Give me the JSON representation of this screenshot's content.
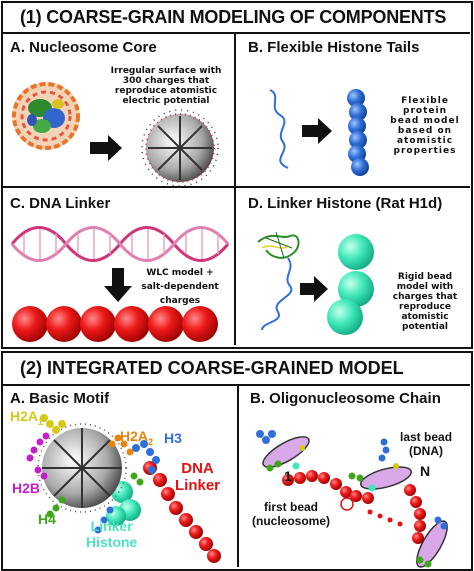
{
  "section1": {
    "title": "(1) COARSE-GRAIN MODELING OF COMPONENTS",
    "panelA": {
      "title": "A. Nucleosome Core",
      "desc": [
        "Irregular surface with",
        "300 charges that",
        "reproduce atomistic",
        "electric potential"
      ]
    },
    "panelB": {
      "title": "B. Flexible Histone Tails",
      "desc": [
        "Flexible",
        "protein",
        "bead model",
        "based on",
        "atomistic",
        "properties"
      ]
    },
    "panelC": {
      "title": "C. DNA Linker",
      "desc": [
        "WLC model +",
        "salt-dependent",
        "charges"
      ]
    },
    "panelD": {
      "title": "D. Linker Histone (Rat H1d)",
      "desc": [
        "Rigid bead",
        "model with",
        "charges that",
        "reproduce",
        "atomistic",
        "potential"
      ]
    }
  },
  "section2": {
    "title": "(2) INTEGRATED COARSE-GRAINED MODEL",
    "panelA": {
      "title": "A. Basic Motif",
      "labels": {
        "h2a1_main": "H2A",
        "h2a1_sub": "1",
        "h2a2_main": "H2A",
        "h2a2_sub": "2",
        "h3": "H3",
        "h2b": "H2B",
        "h4": "H4",
        "dna_linker_1": "DNA",
        "dna_linker_2": "Linker",
        "linker_histone_1": "Linker",
        "linker_histone_2": "Histone"
      }
    },
    "panelB": {
      "title": "B. Oligonucleosome Chain",
      "labels": {
        "last_bead_1": "last bead",
        "last_bead_2": "(DNA)",
        "n": "N",
        "one": "1",
        "first_bead_1": "first bead",
        "first_bead_2": "(nucleosome)"
      }
    }
  },
  "colors": {
    "border": "#111111",
    "dna_red": "#e51010",
    "tail_blue": "#2f6fd8",
    "linker_histone": "#3fe8b8",
    "h2a1_yellow": "#d6c81a",
    "h2a2_orange": "#e8840f",
    "h2b_magenta": "#c21fc8",
    "h4_green": "#3fa61a",
    "linker_histone_text": "#4fe0c0"
  }
}
